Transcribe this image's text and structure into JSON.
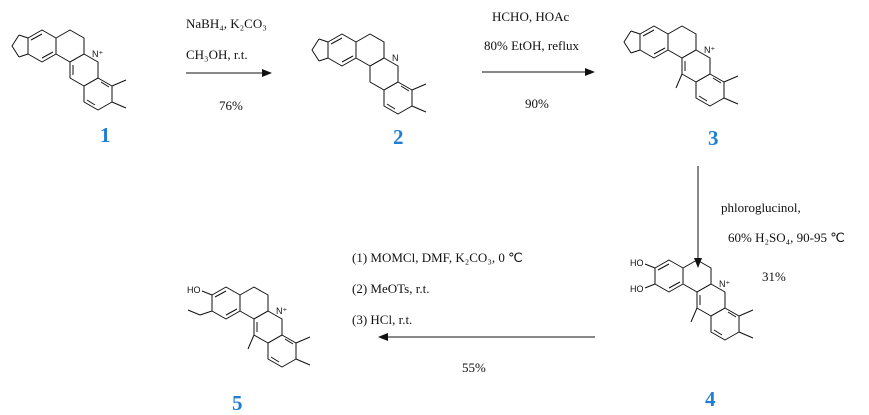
{
  "compounds": [
    {
      "number": "1"
    },
    {
      "number": "2"
    },
    {
      "number": "3"
    },
    {
      "number": "4"
    },
    {
      "number": "5"
    }
  ],
  "steps": {
    "step1": {
      "line1": "NaBH₄, K₂CO₃",
      "line2": "CH₃OH, r.t.",
      "yield": "76%"
    },
    "step2": {
      "line1": "HCHO, HOAc",
      "line2": "80% EtOH,  reflux",
      "yield": "90%"
    },
    "step3": {
      "line1": "phloroglucinol,",
      "line2": "60% H₂SO₄, 90-95 ℃",
      "yield": "31%"
    },
    "step4": {
      "line1": "(1)   MOMCl, DMF, K₂CO₃,  0 ℃",
      "line2": "(2)   MeOTs, r.t.",
      "line3": "(3)   HCl, r.t.",
      "yield": "55%"
    }
  },
  "atoms": {
    "nitrogen_cation": "N⁺",
    "nitrogen": "N",
    "hydroxyl": "HO"
  },
  "colors": {
    "compound_number": "#1f7fd6",
    "ink": "#111111"
  }
}
